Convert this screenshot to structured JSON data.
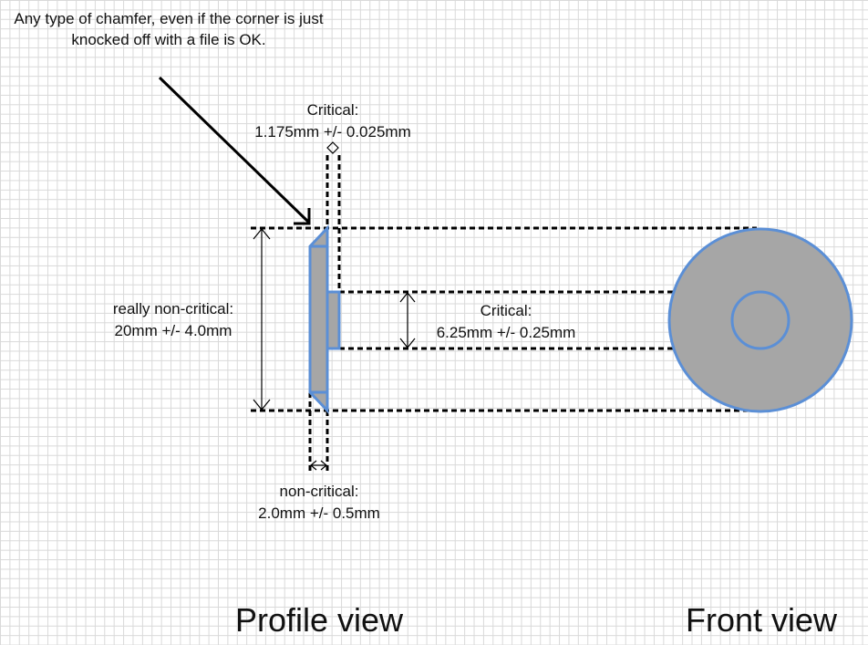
{
  "notes": {
    "chamfer": "Any type of chamfer, even if the corner is just knocked off with a file is OK.",
    "thickness_label": "Critical:",
    "thickness_value": "1.175mm +/- 0.025mm",
    "diameter_label": "really non-critical:",
    "diameter_value": "20mm +/- 4.0mm",
    "hub_label": "Critical:",
    "hub_value": "6.25mm +/- 0.25mm",
    "plate_label": "non-critical:",
    "plate_value": "2.0mm +/- 0.5mm"
  },
  "views": {
    "profile": "Profile view",
    "front": "Front view"
  },
  "colors": {
    "fill": "#a6a6a6",
    "outline": "#5b8fd6"
  }
}
